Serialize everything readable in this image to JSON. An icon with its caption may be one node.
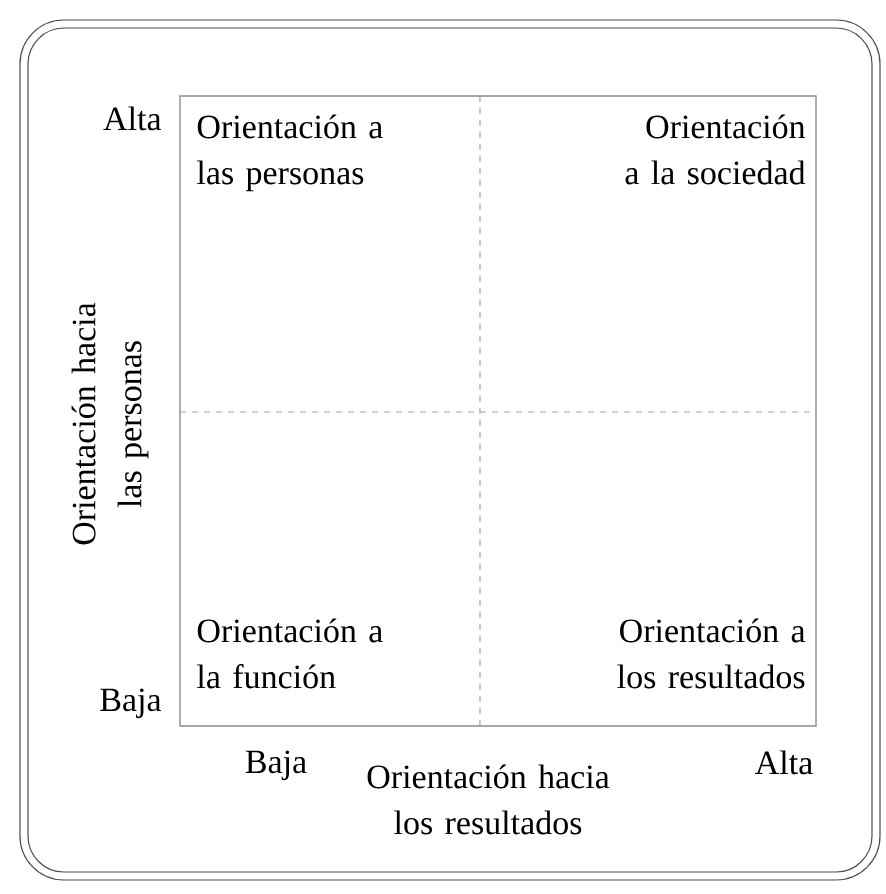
{
  "diagram": {
    "labels": [
      "Alta",
      "Orientación a las personas",
      "Orientación a la sociedad",
      "Orientación hacia las personas",
      "Orientación a la función",
      "Orientación a los resultados",
      "Baja",
      "Baja",
      "Orientación hacia los resultados",
      "Alta"
    ]
  }
}
